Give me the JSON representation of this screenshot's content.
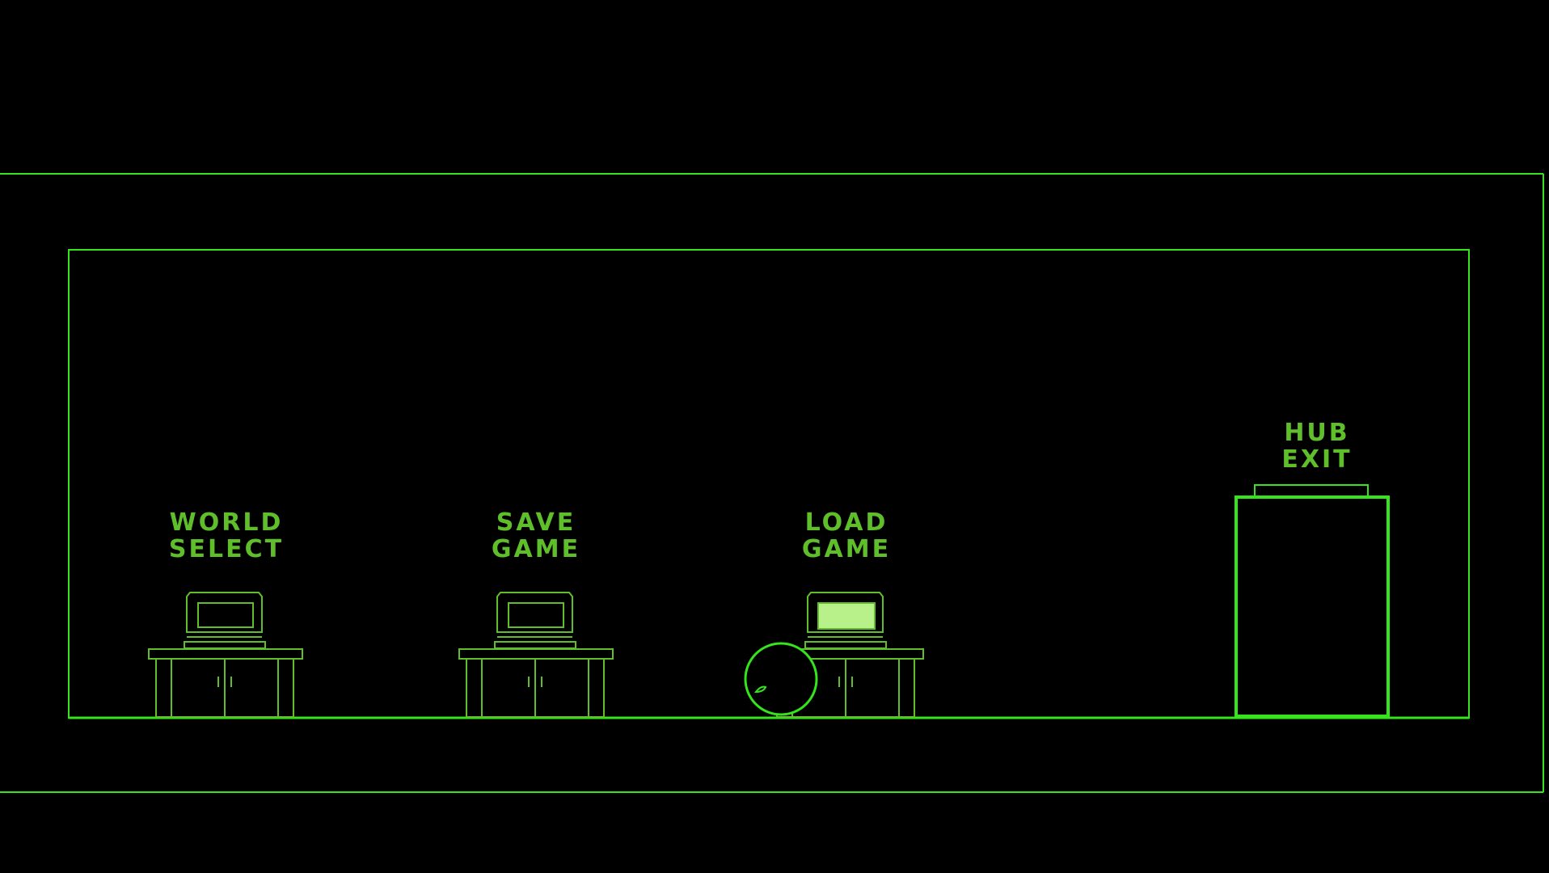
{
  "game": {
    "colors": {
      "primary": "#33e51a",
      "line_dim": "#5fbf2a",
      "screen_lit": "#b8f08a",
      "background": "#000000"
    },
    "stations": [
      {
        "id": "world-select",
        "label_line1": "WORLD",
        "label_line2": "SELECT",
        "screen_lit": false
      },
      {
        "id": "save-game",
        "label_line1": "SAVE",
        "label_line2": "GAME",
        "screen_lit": false
      },
      {
        "id": "load-game",
        "label_line1": "LOAD",
        "label_line2": "GAME",
        "screen_lit": true
      }
    ],
    "exit": {
      "label_line1": "HUB",
      "label_line2": "EXIT"
    },
    "player": {
      "icon": "ball-icon"
    }
  }
}
